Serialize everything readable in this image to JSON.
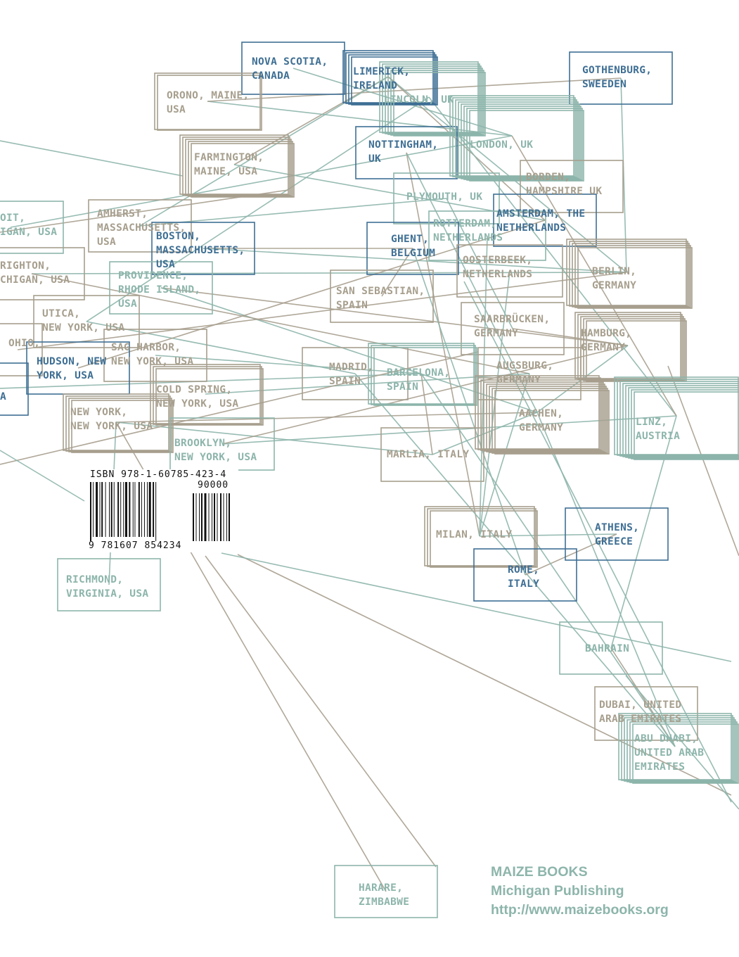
{
  "colors": {
    "blue": "#3f6f94",
    "teal": "#8db5ab",
    "tan": "#a79f8e"
  },
  "places": [
    {
      "id": "nova-scotia",
      "text": "NOVA SCOTIA,\nCANADA",
      "color": "blue"
    },
    {
      "id": "limerick",
      "text": "LIMERICK,\nIRELAND",
      "color": "blue"
    },
    {
      "id": "lincoln",
      "text": "LINCOLN, UK",
      "color": "teal"
    },
    {
      "id": "gothenburg",
      "text": "GOTHENBURG,\nSWEEDEN",
      "color": "blue"
    },
    {
      "id": "orono",
      "text": "ORONO, MAINE,\nUSA",
      "color": "tan"
    },
    {
      "id": "farmington",
      "text": "FARMINGTON,\nMAINE, USA",
      "color": "tan"
    },
    {
      "id": "nottingham",
      "text": "NOTTINGHAM,\nUK",
      "color": "blue"
    },
    {
      "id": "london",
      "text": "LONDON, UK",
      "color": "teal"
    },
    {
      "id": "bordon",
      "text": "BORDEN,\nHAMPSHIRE UK",
      "color": "tan"
    },
    {
      "id": "plymouth",
      "text": "PLYMOUTH, UK",
      "color": "teal"
    },
    {
      "id": "amsterdam",
      "text": "AMSTERDAM, THE\nNETHERLANDS",
      "color": "blue"
    },
    {
      "id": "detroit",
      "text": "OIT,\nIGAN, USA",
      "color": "teal"
    },
    {
      "id": "amherst",
      "text": "AMHERST,\nMASSACHUSETTS,\nUSA",
      "color": "tan"
    },
    {
      "id": "boston",
      "text": "BOSTON,\nMASSACHUSETTS,\nUSA",
      "color": "blue"
    },
    {
      "id": "ghent",
      "text": "GHENT,\nBELGIUM",
      "color": "blue"
    },
    {
      "id": "rotterdam",
      "text": "ROTTERDAM,\nNETHERLANDS",
      "color": "teal"
    },
    {
      "id": "brighton",
      "text": "RIGHTON,\nCHIGAN, USA",
      "color": "tan"
    },
    {
      "id": "providence",
      "text": "PROVIDENCE,\nRHODE ISLAND,\nUSA",
      "color": "teal"
    },
    {
      "id": "oosterbeek",
      "text": "OOSTERBEEK,\nNETHERLANDS",
      "color": "tan"
    },
    {
      "id": "berlin",
      "text": "BERLIN,\nGERMANY",
      "color": "tan"
    },
    {
      "id": "san-sebastian",
      "text": "SAN SEBASTIAN,\nSPAIN",
      "color": "tan"
    },
    {
      "id": "utica",
      "text": "UTICA,\nNEW YORK, USA",
      "color": "tan"
    },
    {
      "id": "saarbrucken",
      "text": "SAARBRÜCKEN,\nGERMANY",
      "color": "tan"
    },
    {
      "id": "ohio",
      "text": "OHIO,",
      "color": "tan"
    },
    {
      "id": "hamburg",
      "text": "HAMBURG,\nGERMANY",
      "color": "tan"
    },
    {
      "id": "sag-harbor",
      "text": "SAG HARBOR,\nNEW YORK, USA",
      "color": "tan"
    },
    {
      "id": "hudson",
      "text": "HUDSON, NEW\nYORK, USA",
      "color": "blue"
    },
    {
      "id": "madrid",
      "text": "MADRID,\nSPAIN",
      "color": "tan"
    },
    {
      "id": "barcelona",
      "text": "BARCELONA,\nSPAIN",
      "color": "teal"
    },
    {
      "id": "augsburg",
      "text": "AUGSBURG,\nGERMANY",
      "color": "tan"
    },
    {
      "id": "cold-spring",
      "text": "COLD SPRING,\nNEW YORK, USA",
      "color": "tan"
    },
    {
      "id": "edge-a",
      "text": "A",
      "color": "blue"
    },
    {
      "id": "new-york",
      "text": "NEW YORK,\nNEW YORK, USA",
      "color": "tan"
    },
    {
      "id": "aachen",
      "text": "AACHEN,\nGERMANY",
      "color": "tan"
    },
    {
      "id": "linz",
      "text": "LINZ,\nAUSTRIA",
      "color": "teal"
    },
    {
      "id": "brooklyn",
      "text": "BROOKLYN,\nNEW YORK, USA",
      "color": "teal"
    },
    {
      "id": "marlia",
      "text": "MARLIA, ITALY",
      "color": "tan"
    },
    {
      "id": "milan",
      "text": "MILAN, ITALY",
      "color": "tan"
    },
    {
      "id": "athens",
      "text": "ATHENS,\nGREECE",
      "color": "blue"
    },
    {
      "id": "rome",
      "text": "ROME,\nITALY",
      "color": "blue"
    },
    {
      "id": "richmond",
      "text": "RICHMOND,\nVIRGINIA, USA",
      "color": "teal"
    },
    {
      "id": "bahrain",
      "text": "BAHRAIN",
      "color": "teal"
    },
    {
      "id": "dubai",
      "text": "DUBAI, UNITED\nARAB EMIRATES",
      "color": "tan"
    },
    {
      "id": "abu-dhabi",
      "text": "ABU DHABI,\nUNITED ARAB\nEMIRATES",
      "color": "teal"
    },
    {
      "id": "harare",
      "text": "HARARE,\nZIMBABWE",
      "color": "teal"
    }
  ],
  "barcode": {
    "isbn": "ISBN 978-1-60785-423-4",
    "price": "90000",
    "digits": "9 781607 854234"
  },
  "publisher": {
    "name": "MAIZE BOOKS",
    "imprint": "Michigan Publishing",
    "url": "http://www.maizebooks.org"
  }
}
